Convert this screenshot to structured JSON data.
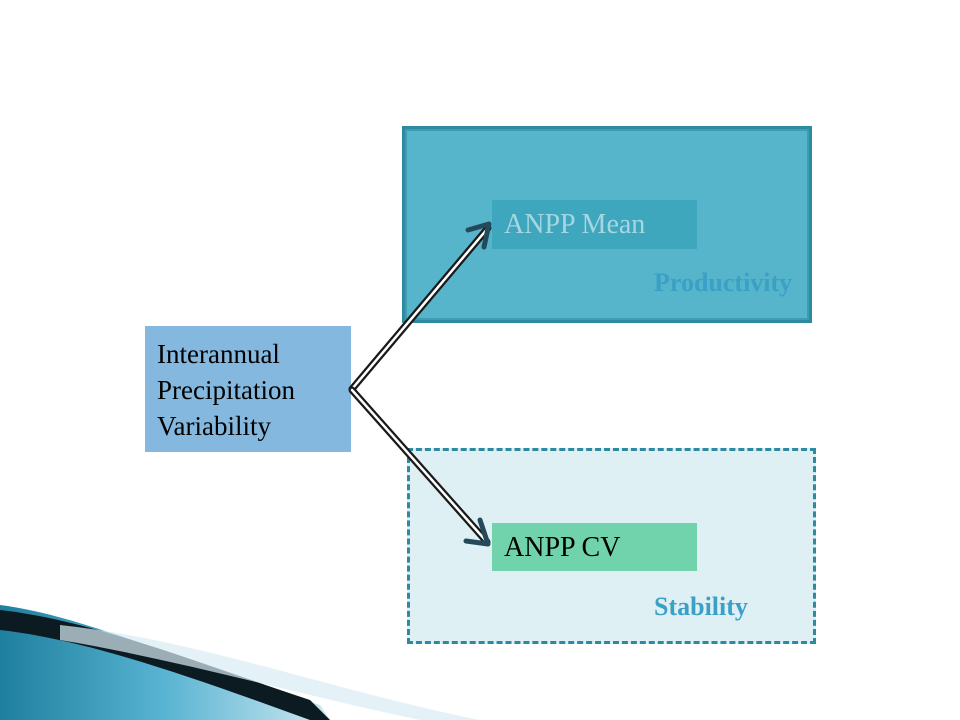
{
  "diagram": {
    "source": {
      "lines": [
        "Interannual",
        "Precipitation",
        "Variability"
      ]
    },
    "productivity": {
      "node_label": "ANPP Mean",
      "region_label": "Productivity"
    },
    "stability": {
      "node_label": "ANPP CV",
      "region_label": "Stability"
    }
  },
  "colors": {
    "productivity_fill": "#56b5ca",
    "productivity_border": "#2e8aa0",
    "stability_fill": "#dff0f4",
    "source_fill": "#85b8df",
    "mean_fill": "#3ea6bd",
    "cv_fill": "#71d3ab",
    "region_label": "#3aa0c6"
  }
}
